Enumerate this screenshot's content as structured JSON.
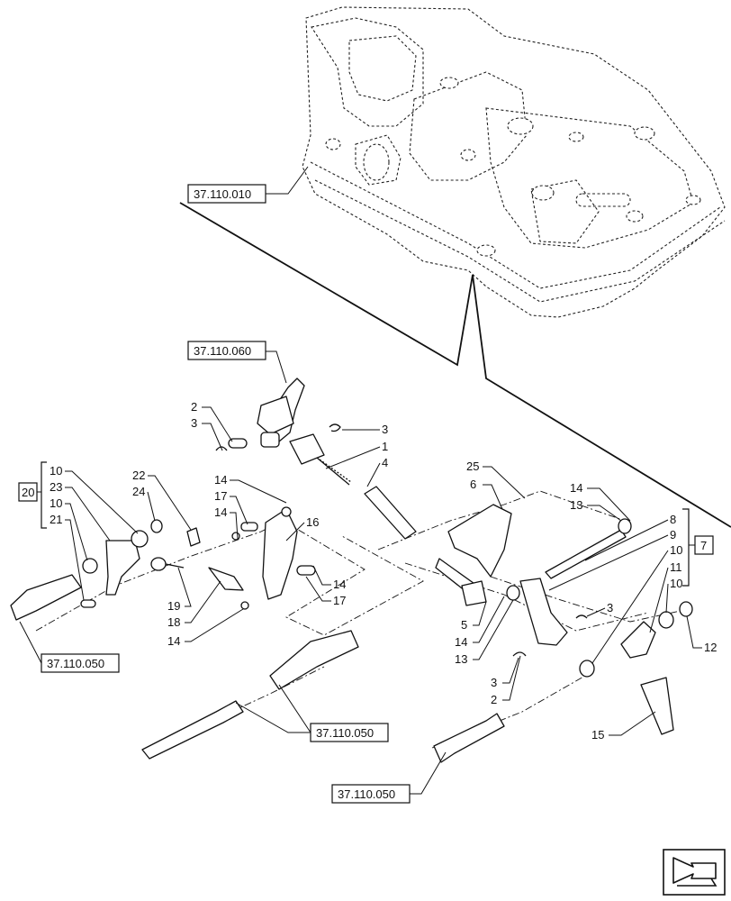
{
  "references": {
    "ref_top": "37.110.010",
    "ref_control": "37.110.060",
    "ref_left": "37.110.050",
    "ref_center": "37.110.050",
    "ref_bottom": "37.110.050"
  },
  "group_labels": {
    "left_group": "20",
    "right_group": "7"
  },
  "callouts": {
    "c1": "1",
    "c2a": "2",
    "c2b": "2",
    "c3a": "3",
    "c3b": "3",
    "c3c": "3",
    "c3d": "3",
    "c4": "4",
    "c5": "5",
    "c6": "6",
    "c8": "8",
    "c9": "9",
    "c10a": "10",
    "c10b": "10",
    "c10c": "10",
    "c10d": "10",
    "c11": "11",
    "c12": "12",
    "c13a": "13",
    "c13b": "13",
    "c14a": "14",
    "c14b": "14",
    "c14c": "14",
    "c14d": "14",
    "c14e": "14",
    "c14f": "14",
    "c15": "15",
    "c16": "16",
    "c17a": "17",
    "c17b": "17",
    "c18": "18",
    "c19": "19",
    "c21": "21",
    "c22": "22",
    "c23": "23",
    "c24": "24",
    "c25": "25"
  },
  "icons": {
    "nav": "view-orientation-arrow-icon"
  }
}
